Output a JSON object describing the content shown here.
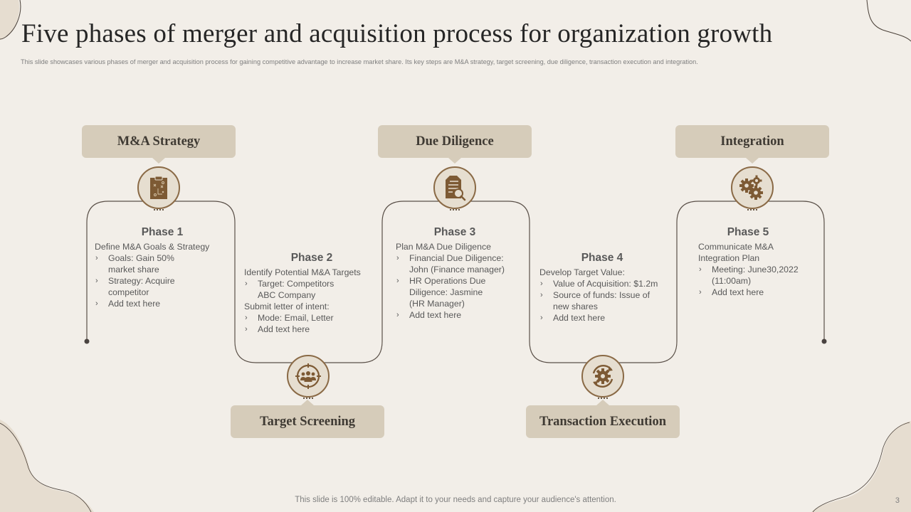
{
  "slide": {
    "title": "Five phases of merger and acquisition process for organization growth",
    "subtitle": "This slide showcases various phases of merger and acquisition process for gaining competitive advantage to increase market share. Its key steps are M&A strategy, target screening, due diligence,  transaction execution and integration.",
    "footer": "This slide is 100% editable. Adapt it to your needs and capture your audience's attention.",
    "page_number": "3"
  },
  "colors": {
    "background": "#f2eee8",
    "label_fill": "#d6ccba",
    "icon_brown": "#7d5a34",
    "line": "#5a5048"
  },
  "stages": [
    {
      "label": "M&A Strategy",
      "icon": "clipboard-strategy-icon",
      "position": "top"
    },
    {
      "label": "Target Screening",
      "icon": "target-group-icon",
      "position": "bottom"
    },
    {
      "label": "Due Diligence",
      "icon": "document-search-icon",
      "position": "top"
    },
    {
      "label": "Transaction Execution",
      "icon": "gear-cycle-icon",
      "position": "bottom"
    },
    {
      "label": "Integration",
      "icon": "gears-icon",
      "position": "top"
    }
  ],
  "phases": [
    {
      "title": "Phase 1",
      "lines": [
        {
          "type": "text",
          "text": "Define  M&A Goals  & Strategy"
        },
        {
          "type": "bullet",
          "text": "Goals: Gain 50% market share"
        },
        {
          "type": "bullet",
          "text": "Strategy: Acquire competitor"
        },
        {
          "type": "bullet",
          "text": "Add text here"
        }
      ]
    },
    {
      "title": "Phase 2",
      "lines": [
        {
          "type": "text",
          "text": "Identify Potential M&A Targets"
        },
        {
          "type": "bullet",
          "text": "Target:  Competitors ABC Company"
        },
        {
          "type": "text",
          "text": "Submit letter of intent:"
        },
        {
          "type": "bullet",
          "text": "Mode: Email, Letter"
        },
        {
          "type": "bullet",
          "text": "Add text here"
        }
      ]
    },
    {
      "title": "Phase 3",
      "lines": [
        {
          "type": "text",
          "text": "Plan M&A Due Diligence"
        },
        {
          "type": "bullet",
          "text": "Financial Due Diligence: John (Finance  manager)"
        },
        {
          "type": "bullet",
          "text": "HR Operations Due Diligence: Jasmine (HR Manager)"
        },
        {
          "type": "bullet",
          "text": "Add text here"
        }
      ]
    },
    {
      "title": "Phase 4",
      "lines": [
        {
          "type": "text",
          "text": "Develop  Target  Value:"
        },
        {
          "type": "bullet",
          "text": "Value of Acquisition: $1.2m"
        },
        {
          "type": "bullet",
          "text": "Source  of funds:  Issue of new  shares"
        },
        {
          "type": "bullet",
          "text": "Add text here"
        }
      ]
    },
    {
      "title": "Phase 5",
      "lines": [
        {
          "type": "text",
          "text": "Communicate  M&A Integration  Plan"
        },
        {
          "type": "bullet",
          "text": "Meeting: June30,2022 (11:00am)"
        },
        {
          "type": "bullet",
          "text": "Add text here"
        }
      ]
    }
  ],
  "bullet_glyph": "›"
}
